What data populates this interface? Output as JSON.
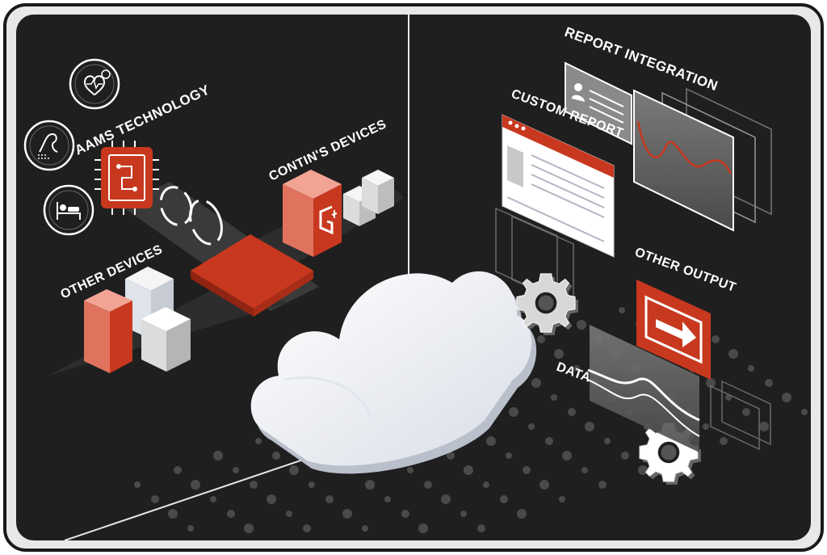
{
  "labels": {
    "aams": "AAMS TECHNOLOGY",
    "contin": "CONTIN'S DEVICES",
    "other_devices": "OTHER DEVICES",
    "report_integration": "REPORT INTEGRATION",
    "custom_report": "CUSTOM REPORT",
    "other_output": "OTHER OUTPUT",
    "data": "DATA"
  },
  "icons": {
    "heart": "heart-monitor-icon",
    "breathing": "breathing-icon",
    "bed": "patient-bed-icon",
    "chip": "chip-icon",
    "logo": "contin-logo-icon",
    "cloud": "cloud-icon",
    "gear": "gear-icon",
    "exit": "exit-arrow-icon"
  },
  "colors": {
    "background": "#1f1f1f",
    "frame": "#2a2a2a",
    "accent_red": "#c8381f",
    "red_light": "#e0735e",
    "white": "#ffffff",
    "grey": "#8a8a8a"
  }
}
